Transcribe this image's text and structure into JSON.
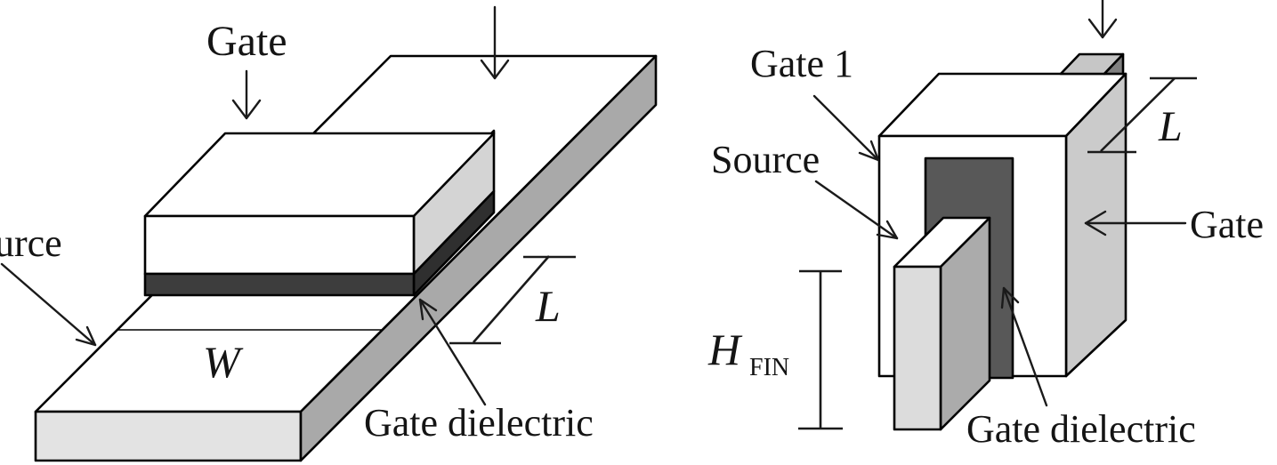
{
  "palette": {
    "background": "#ffffff",
    "outline": "#000000",
    "text": "#141414",
    "left_diagram": {
      "substrate_front": "#e3e3e3",
      "substrate_side": "#a9a9a9",
      "gate_face": "#ffffff",
      "gate_side": "#d4d4d4",
      "dielectric_front": "#3d3d3d",
      "dielectric_side": "#2f2f2f"
    },
    "right_diagram": {
      "gate_face": "#ffffff",
      "gate_side": "#cbcbcb",
      "dielectric": "#585858",
      "fin_front": "#dcdcdc",
      "fin_side": "#ababab",
      "tab_top": "#c6c6c6",
      "tab_side": "#808080"
    }
  },
  "left_diagram": {
    "labels": {
      "gate": "Gate",
      "source_partial": "urce",
      "width_dim": "W",
      "length_dim": "L",
      "gate_dielectric": "Gate dielectric"
    }
  },
  "right_diagram": {
    "labels": {
      "gate1": "Gate 1",
      "source": "Source",
      "length_dim": "L",
      "gate": "Gate",
      "fin_height_base": "H",
      "fin_height_subscript": "FIN",
      "gate_dielectric": "Gate dielectric"
    }
  }
}
